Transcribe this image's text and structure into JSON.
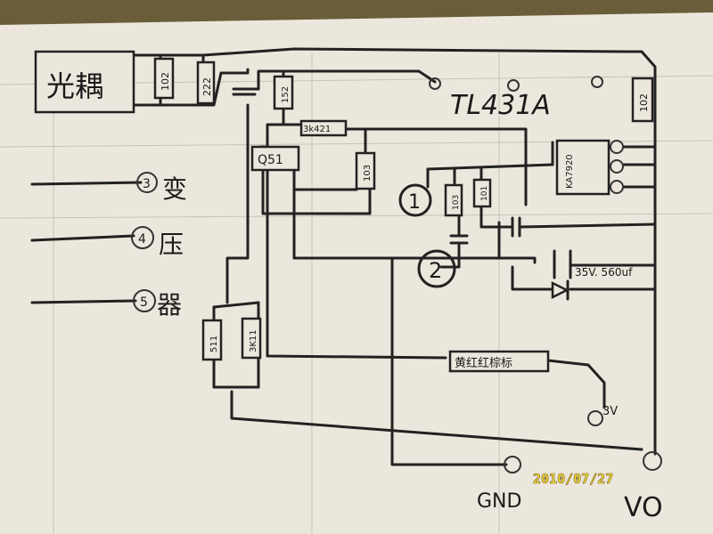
{
  "labels": {
    "optocoupler": "光耦",
    "r_top_1": "102",
    "r_top_2": "222",
    "r_right": "102",
    "r_152": "152",
    "r_3k421": "3k421",
    "q51": "Q51",
    "r_103": "103",
    "tl431a": "TL431A",
    "ic_label": "KA7920",
    "marker_1": "1",
    "marker_2": "2",
    "r_mid_1": "103",
    "r_mid_2": "101",
    "capacitor_label": "35V. 560uf",
    "r_lower_1": "511",
    "r_lower_2": "3K11",
    "led_label": "黄红红棕标",
    "voltage_3v": "3V",
    "pin_3": "3",
    "char_3": "变",
    "pin_4": "4",
    "char_4": "压",
    "pin_5": "5",
    "char_5": "器",
    "gnd": "GND",
    "vo": "VO",
    "date_stamp": "2010/07/27"
  },
  "colors": {
    "paper": "#ece7dc",
    "ink": "#222222",
    "stamp": "#ffea3a",
    "background": "#6b6246"
  }
}
